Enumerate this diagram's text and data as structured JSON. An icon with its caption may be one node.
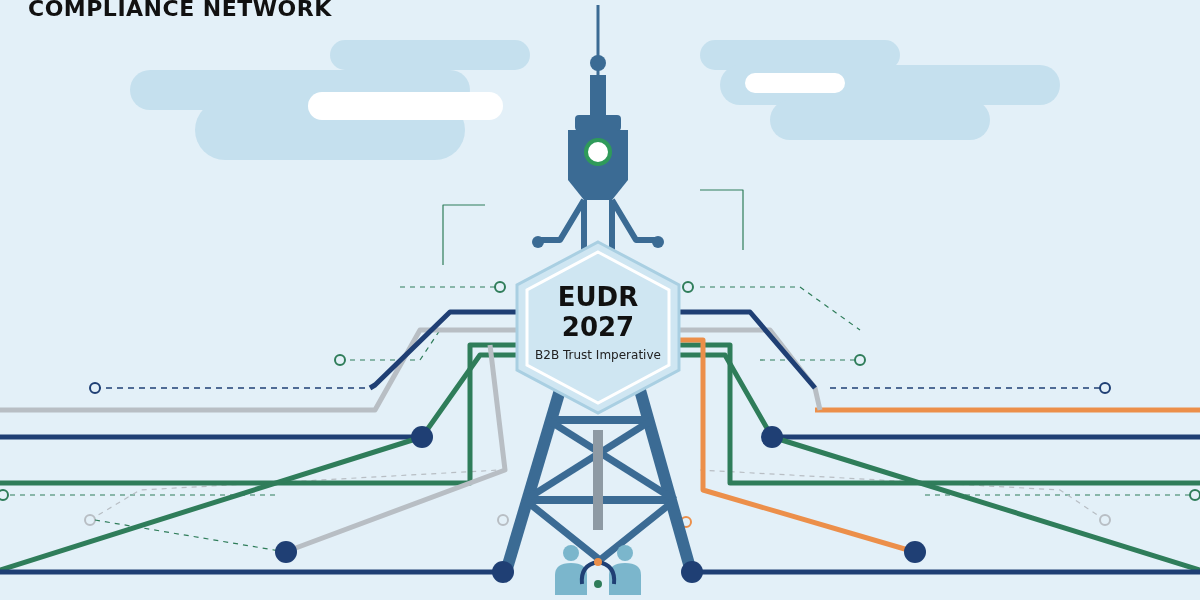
{
  "diagram": {
    "title": "COMPLIANCE NETWORK",
    "nodes": [
      {
        "text": [
          "EUDR 2027",
          "B2B Trust Imperative"
        ]
      }
    ]
  }
}
